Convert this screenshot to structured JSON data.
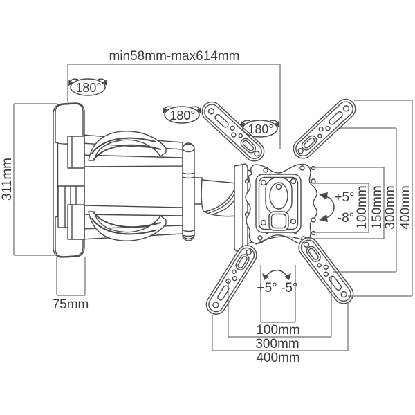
{
  "colors": {
    "background": "#ffffff",
    "artwork_line": "#4a4a4a",
    "dimension_line": "#6e6e6e",
    "text": "#3c3c3c"
  },
  "dimensions": {
    "extension_range": "min58mm-max614mm",
    "wall_plate_height": "311mm",
    "wall_plate_width": "75mm",
    "vesa_vertical": [
      "100mm",
      "150mm",
      "300mm",
      "400mm"
    ],
    "vesa_horizontal": [
      "100mm",
      "300mm",
      "400mm"
    ]
  },
  "angles": {
    "rotation_labels": [
      "180°",
      "180°",
      "180°"
    ],
    "tilt_up": "+5°",
    "tilt_down": "-8°",
    "swivel_range": "+5° -5°"
  }
}
